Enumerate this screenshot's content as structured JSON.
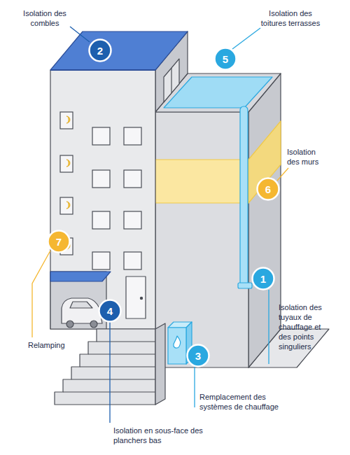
{
  "diagram": {
    "nodes": [
      {
        "text": [
          "2"
        ]
      },
      {
        "text": [
          "5"
        ]
      },
      {
        "text": [
          "6"
        ]
      },
      {
        "text": [
          "7"
        ]
      },
      {
        "text": [
          "1"
        ]
      },
      {
        "text": [
          "4"
        ]
      },
      {
        "text": [
          "3"
        ]
      }
    ],
    "labels": [
      "Isolation des combles",
      "Isolation des toitures terrasses",
      "Isolation des murs",
      "Isolation des tuyaux de chauffage et des points singuliers",
      "Relamping",
      "Remplacement des systèmes de chauffage",
      "Isolation en sous-face des planchers bas"
    ]
  }
}
